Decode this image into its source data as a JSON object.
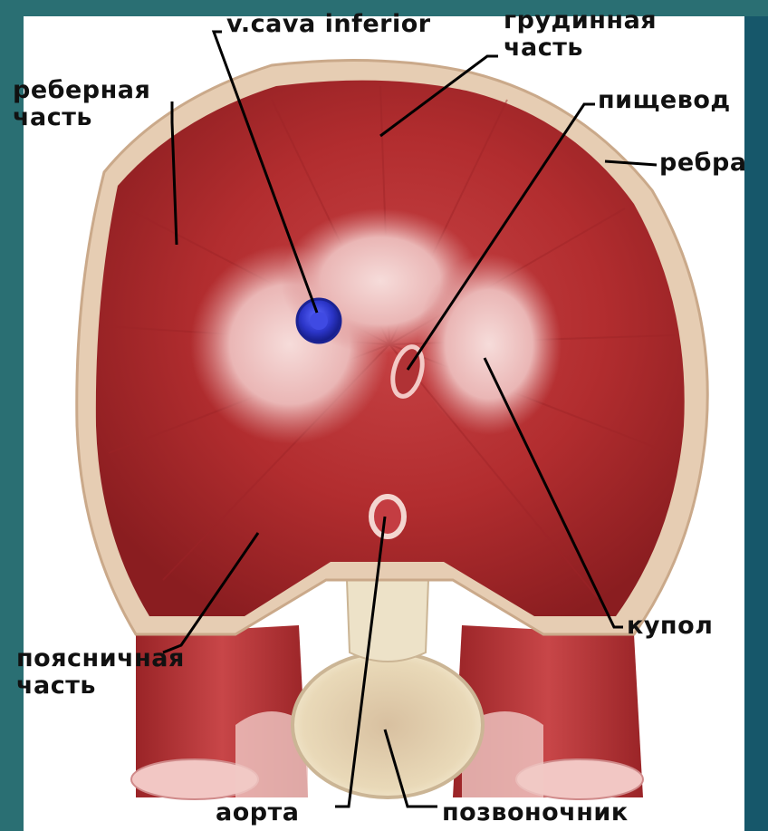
{
  "labels": {
    "vena_cava": "v.cava inferior",
    "sternal_part": "грудинная\nчасть",
    "costal_part": "реберная\nчасть",
    "esophagus": "пищевод",
    "ribs": "ребра",
    "dome": "купол",
    "lumbar_part": "поясничная\nчасть",
    "aorta": "аорта",
    "spine": "позвоночник"
  },
  "colors": {
    "muscle": "#b42f30",
    "muscle_dark": "#8e1f22",
    "tendon": "#f0cfcd",
    "rib": "#e6cdb3",
    "vena_cava": "#2b35c8",
    "bone": "#efe3c6",
    "background_left": "#2a6f73",
    "background_right": "#16576a"
  }
}
